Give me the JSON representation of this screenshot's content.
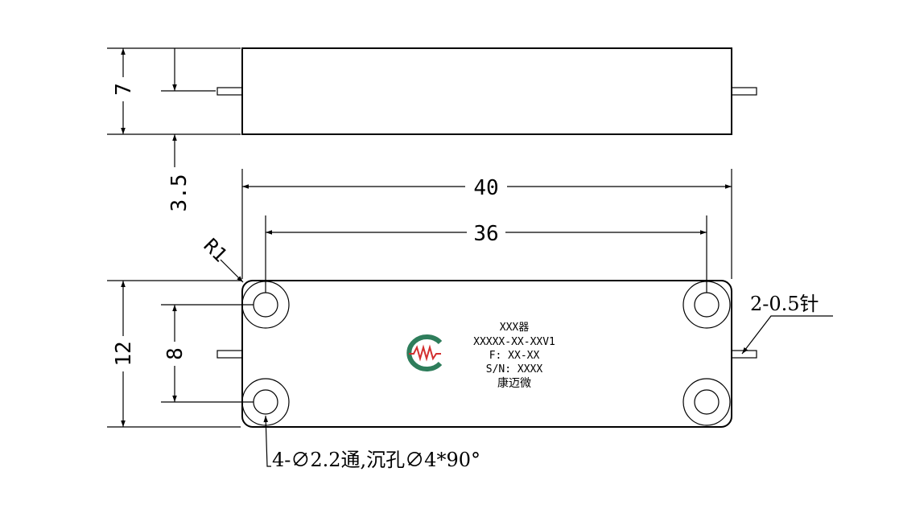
{
  "dimensions": {
    "side_height": "7",
    "pin_offset": "3.5",
    "overall_length": "40",
    "hole_spacing_length": "36",
    "overall_width": "12",
    "hole_spacing_width": "8",
    "corner_radius": "R1"
  },
  "callouts": {
    "pins": "2-0.5针",
    "holes": "4-∅2.2通,沉孔∅4*90°"
  },
  "label": {
    "name": "XXX器",
    "model": "XXXXX-XX-XXV1",
    "frequency": "F: XX-XX",
    "serial": "S/N: XXXX",
    "maker": "康迈微"
  },
  "logo": {
    "name": "kmw-logo",
    "ring_color": "#2e7d5b",
    "wave_color": "#d32f2f"
  }
}
